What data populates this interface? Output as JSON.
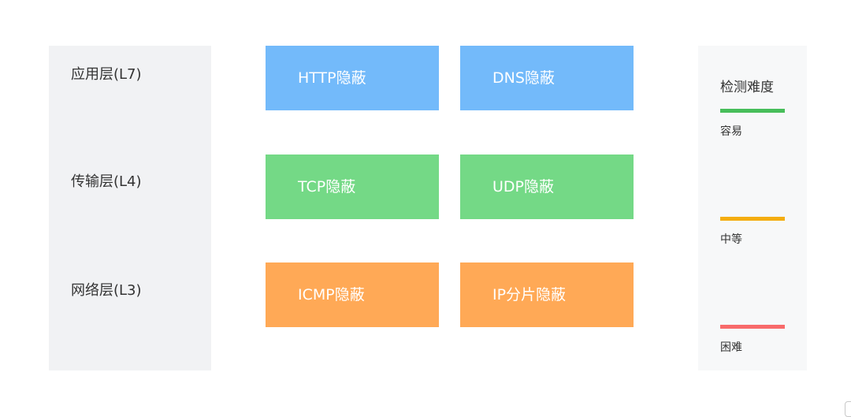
{
  "layers": [
    {
      "label": "应用层(L7)"
    },
    {
      "label": "传输层(L4)"
    },
    {
      "label": "网络层(L3)"
    }
  ],
  "boxes": {
    "application": [
      {
        "label": "HTTP隐蔽",
        "color": "#73bafa"
      },
      {
        "label": "DNS隐蔽",
        "color": "#73bafa"
      }
    ],
    "transport": [
      {
        "label": "TCP隐蔽",
        "color": "#74d986"
      },
      {
        "label": "UDP隐蔽",
        "color": "#74d986"
      }
    ],
    "network": [
      {
        "label": "ICMP隐蔽",
        "color": "#ffa956"
      },
      {
        "label": "IP分片隐蔽",
        "color": "#ffa956"
      }
    ]
  },
  "legend": {
    "title": "检测难度",
    "items": [
      {
        "label": "容易",
        "color": "#47be5a"
      },
      {
        "label": "中等",
        "color": "#f4ad11"
      },
      {
        "label": "困难",
        "color": "#f86b6b"
      }
    ]
  }
}
